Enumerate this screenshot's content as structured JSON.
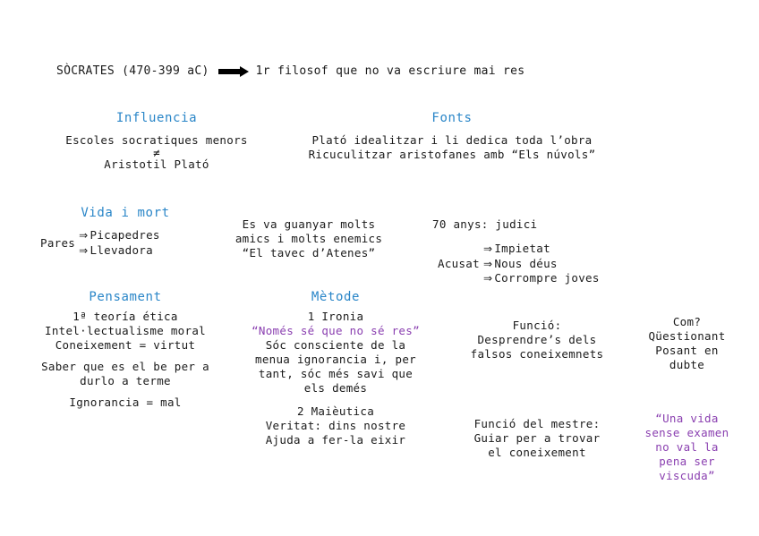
{
  "header": {
    "title": "SÒCRATES (470-399 aC)",
    "arrow_icon": "thick-right-arrow",
    "subtitle": "1r filosof que no va escriure mai res"
  },
  "influencia": {
    "heading": "Influencia",
    "lines": [
      "Escoles socratiques menors",
      "≠",
      "Aristotil Plató"
    ]
  },
  "fonts": {
    "heading": "Fonts",
    "lines": [
      "Plató idealitzar i li dedica toda l’obra",
      "Ricuculitzar aristofanes amb “Els núvols”"
    ]
  },
  "vida": {
    "heading": "Vida i mort",
    "pares_label": "Pares",
    "pares_items": [
      "Picapedres",
      "Llevadora"
    ],
    "implies_symbol": "⇒",
    "amics_lines": [
      "Es va guanyar molts",
      "amics i molts enemics",
      "“El tavec d’Atenes”"
    ],
    "judici": "70 anys: judici",
    "acusat_label": "Acusat",
    "acusat_items": [
      "Impietat",
      "Nous déus",
      "Corrompre joves"
    ]
  },
  "pensament": {
    "heading": "Pensament",
    "block1": [
      "1ª teoría ética",
      "Intel·lectualisme moral",
      "Coneixement = virtut"
    ],
    "block2": [
      "Saber que es el be per a",
      "durlo a terme"
    ],
    "block3": [
      "Ignorancia = mal"
    ]
  },
  "metode": {
    "heading": "Mètode",
    "ironia_title": "1 Ironia",
    "ironia_quote": "“Només sé que no sé res”",
    "ironia_lines": [
      "Sóc consciente de la",
      "menua ignorancia i, per",
      "tant, sóc més savi que",
      "els demés"
    ],
    "maieutica_lines": [
      "2 Maièutica",
      "Veritat: dins nostre",
      "Ajuda a fer-la eixir"
    ]
  },
  "funcio": {
    "lines": [
      "Funció:",
      "Desprendre’s dels",
      "falsos coneixemnets"
    ],
    "mestre_lines": [
      "Funció del mestre:",
      "Guiar per a trovar",
      "el coneixement"
    ]
  },
  "com": {
    "lines": [
      "Com?",
      "Qüestionant",
      "Posant en",
      "dubte"
    ],
    "quote_lines": [
      "“Una vida",
      "sense examen",
      "no val la",
      "pena ser",
      "viscuda”"
    ]
  },
  "colors": {
    "heading": "#2a86c8",
    "quote": "#8a3fb0",
    "text": "#1a1a1a"
  }
}
